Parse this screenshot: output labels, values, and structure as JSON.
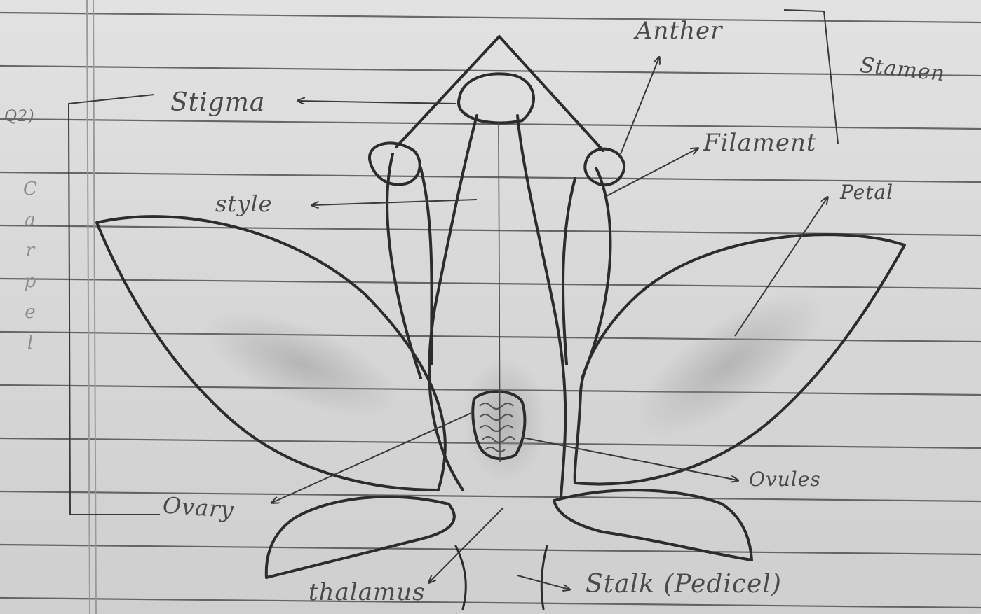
{
  "diagram": {
    "question_number": "Q2)",
    "labels": {
      "anther": "Anther",
      "stamen": "Stamen",
      "stigma": "Stigma",
      "filament": "Filament",
      "petal": "Petal",
      "style": "style",
      "ovules": "Ovules",
      "ovary": "Ovary",
      "thalamus": "thalamus",
      "stalk": "Stalk (Pedicel)"
    },
    "carpel_letters": [
      "C",
      "a",
      "r",
      "p",
      "e",
      "l"
    ]
  }
}
